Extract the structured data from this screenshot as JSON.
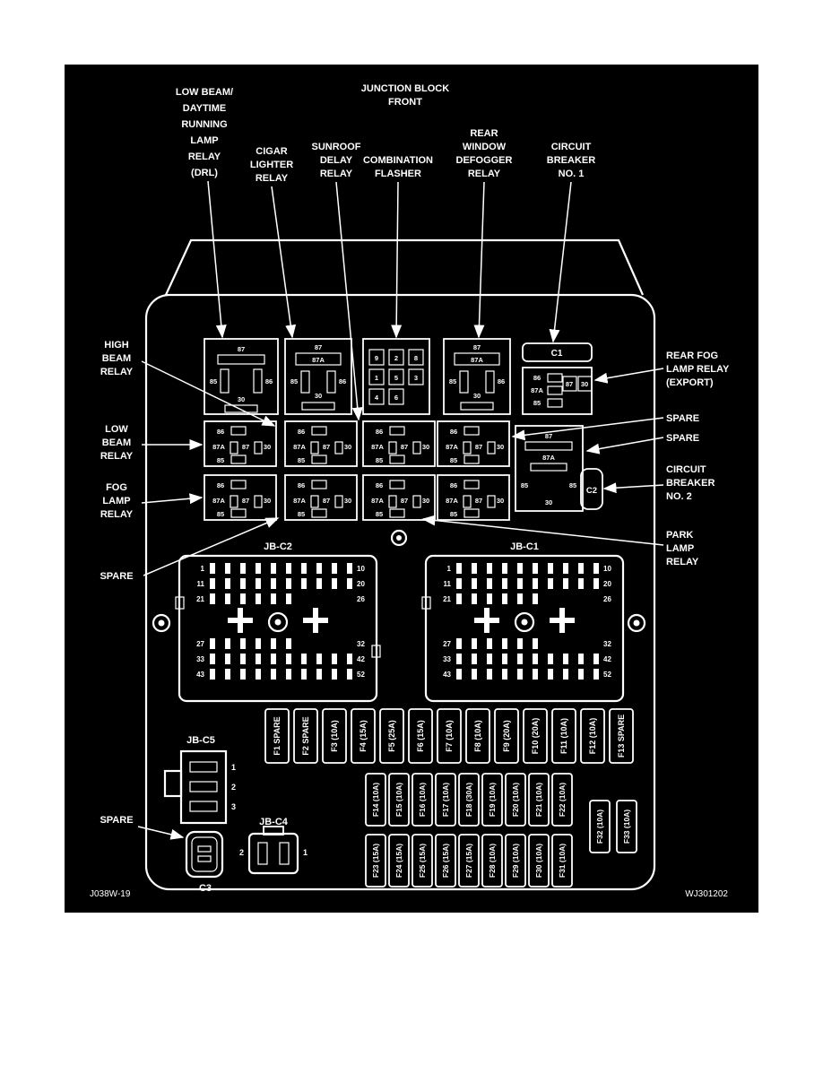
{
  "colors": {
    "background": "#000000",
    "foreground": "#ffffff",
    "page": "#ffffff"
  },
  "callouts": {
    "junction": [
      "JUNCTION BLOCK",
      "FRONT"
    ],
    "drl": [
      "LOW BEAM/",
      "DAYTIME",
      "RUNNING",
      "LAMP",
      "RELAY",
      "(DRL)"
    ],
    "cigar": [
      "CIGAR",
      "LIGHTER",
      "RELAY"
    ],
    "sunroof": [
      "SUNROOF",
      "DELAY",
      "RELAY"
    ],
    "flasher": [
      "COMBINATION",
      "FLASHER"
    ],
    "defogger": [
      "REAR",
      "WINDOW",
      "DEFOGGER",
      "RELAY"
    ],
    "cb1": [
      "CIRCUIT",
      "BREAKER",
      "NO. 1"
    ],
    "high_beam": [
      "HIGH",
      "BEAM",
      "RELAY"
    ],
    "low_beam": [
      "LOW",
      "BEAM",
      "RELAY"
    ],
    "fog_lamp": [
      "FOG",
      "LAMP",
      "RELAY"
    ],
    "spare_left": "SPARE",
    "rear_fog": [
      "REAR FOG",
      "LAMP RELAY",
      "(EXPORT)"
    ],
    "spare_right_1": "SPARE",
    "spare_right_2": "SPARE",
    "cb2": [
      "CIRCUIT",
      "BREAKER",
      "NO. 2"
    ],
    "park_lamp": [
      "PARK",
      "LAMP",
      "RELAY"
    ],
    "spare_bottom": "SPARE"
  },
  "relays": {
    "std": {
      "t87": "87",
      "m87a": "87A",
      "l85": "85",
      "r86": "86",
      "b30": "30"
    },
    "flasher_grid": [
      "9",
      "2",
      "8",
      "1",
      "5",
      "3",
      "4",
      "6"
    ],
    "export": {
      "l86": "86",
      "l87a": "87A",
      "l85": "85",
      "r87": "87",
      "r30": "30"
    },
    "micro": {
      "p86": "86",
      "p87a": "87A",
      "p87": "87",
      "p30": "30",
      "p85": "85"
    },
    "park": {
      "t87": "87",
      "m87a": "87A",
      "l85": "85",
      "r85": "85",
      "b30": "30"
    }
  },
  "connectors": {
    "jbc2_label": "JB-C2",
    "jbc1_label": "JB-C1",
    "top_left_nums": [
      "1",
      "11",
      "21"
    ],
    "top_right_nums": [
      "10",
      "20",
      "26"
    ],
    "bottom_left_nums": [
      "27",
      "33",
      "43"
    ],
    "bottom_right_nums": [
      "32",
      "42",
      "52"
    ],
    "jbc5_label": "JB-C5",
    "jbc5_pins": [
      "1",
      "2",
      "3"
    ],
    "jbc4_label": "JB-C4",
    "jbc4_pins": [
      "2",
      "1"
    ],
    "c1_label": "C1",
    "c2_label": "C2",
    "c3_label": "C3"
  },
  "fuses": {
    "row1": [
      "F1 SPARE",
      "F2 SPARE",
      "F3 (10A)",
      "F4 (15A)",
      "F5 (25A)",
      "F6 (15A)",
      "F7 (10A)",
      "F8 (10A)",
      "F9 (20A)",
      "F10 (20A)",
      "F11 (10A)",
      "F12 (10A)",
      "F13 SPARE"
    ],
    "row2": [
      "F14 (10A)",
      "F15 (10A)",
      "F16 (10A)",
      "F17 (10A)",
      "F18 (30A)",
      "F19 (10A)",
      "F20 (10A)",
      "F21 (10A)",
      "F22 (10A)"
    ],
    "row3": [
      "F23 (15A)",
      "F24 (15A)",
      "F25 (15A)",
      "F26 (15A)",
      "F27 (15A)",
      "F28 (10A)",
      "F29 (10A)",
      "F30 (10A)",
      "F31 (10A)"
    ],
    "side": [
      "F32 (10A)",
      "F33 (10A)"
    ]
  },
  "footer": {
    "left": "J038W-19",
    "right": "WJ301202"
  }
}
